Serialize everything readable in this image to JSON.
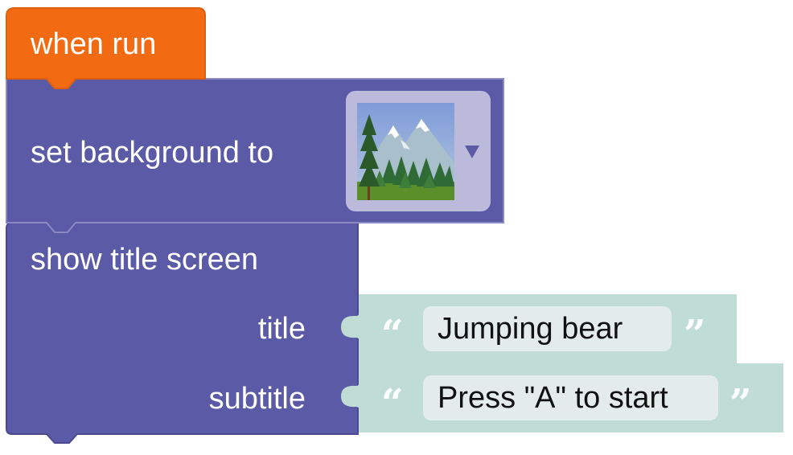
{
  "hat_block": {
    "label": "when run",
    "color": "#f26b12"
  },
  "set_background_block": {
    "label": "set background to",
    "color": "#5b5aa6",
    "dropdown": {
      "selected_icon": "forest-mountain-landscape-icon",
      "color": "#bcbadb"
    }
  },
  "title_screen_block": {
    "label": "show title screen",
    "color": "#5b5aa6",
    "title_label": "title",
    "subtitle_label": "subtitle"
  },
  "text_inputs": {
    "color": "#bfdcd5",
    "title_value": "Jumping bear",
    "subtitle_value": "Press \"A\" to start",
    "open_quote": "“",
    "close_quote": "”"
  }
}
